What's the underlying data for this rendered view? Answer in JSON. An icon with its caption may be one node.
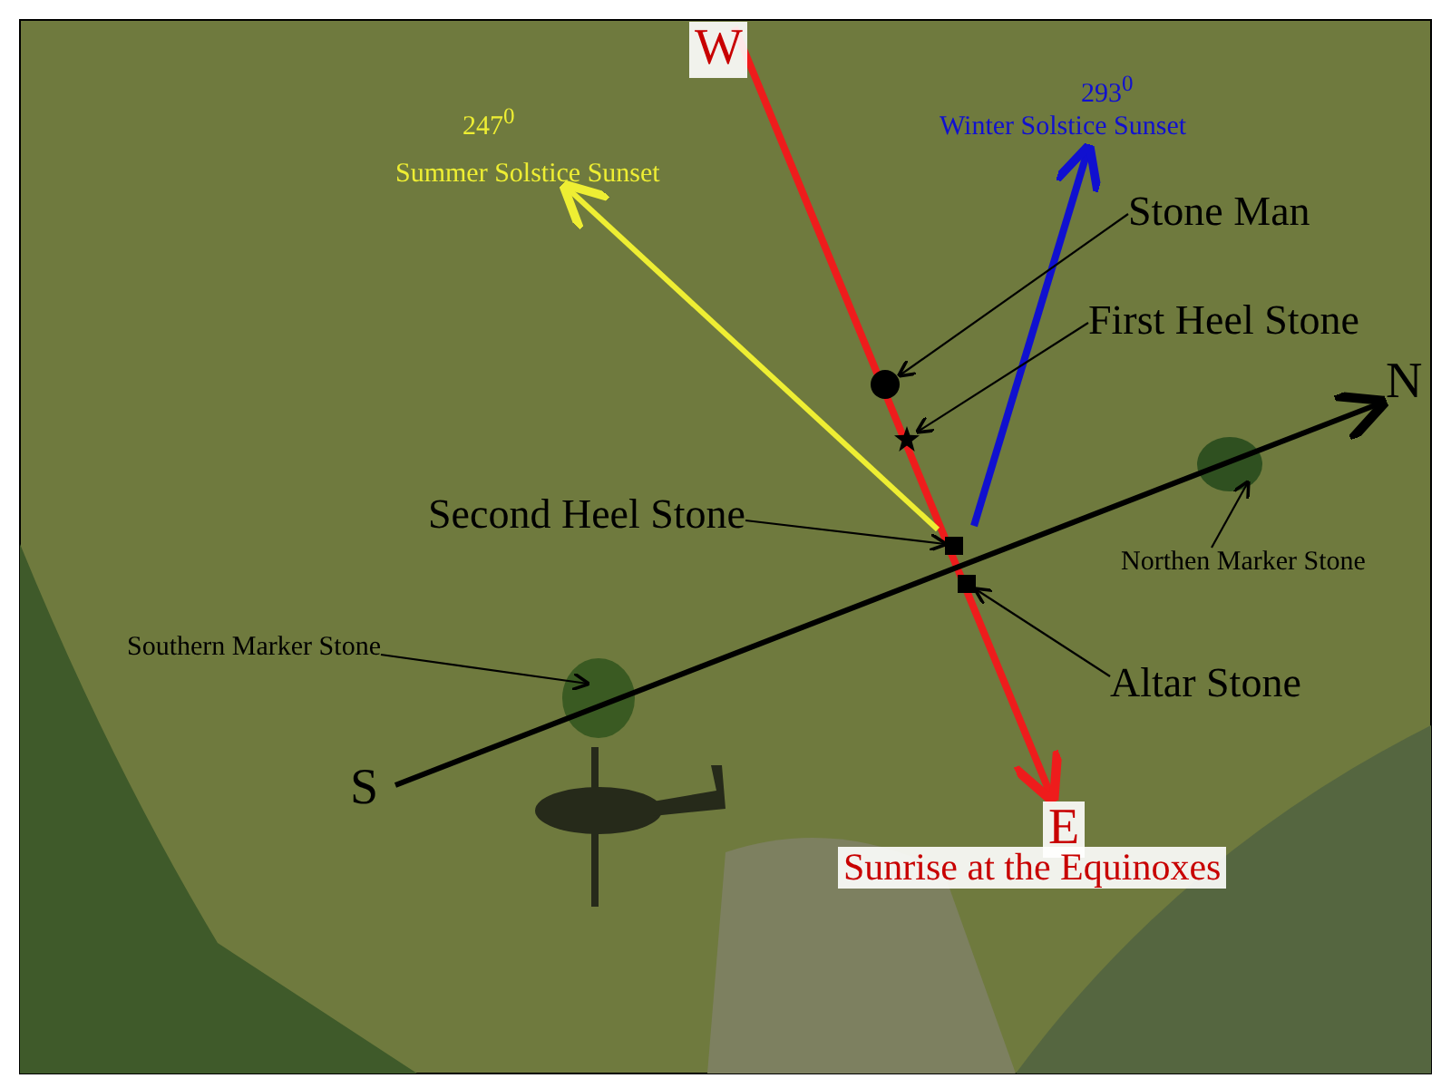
{
  "diagram": {
    "nodes": [
      {
        "text": [
          "Stone Man"
        ]
      },
      {
        "text": [],
        "shape": "circle"
      },
      {
        "text": [
          "First Heel Stone"
        ]
      },
      {
        "text": [],
        "shape": "star"
      },
      {
        "text": [
          "Second Heel Stone"
        ]
      },
      {
        "text": [],
        "shape": "box"
      },
      {
        "text": [
          "Altar Stone"
        ]
      },
      {
        "text": [],
        "shape": "box"
      },
      {
        "text": [
          "Northen Marker Stone"
        ]
      },
      {
        "text": [
          "Southern Marker Stone"
        ]
      }
    ],
    "edges": [
      {
        "from": 0,
        "to": 1,
        "arrow": "to"
      },
      {
        "from": 2,
        "to": 3,
        "arrow": "to"
      },
      {
        "from": 4,
        "to": 5,
        "arrow": "to"
      },
      {
        "from": 6,
        "to": 7,
        "arrow": "to"
      },
      {
        "from": 8,
        "to": null,
        "arrow": "to"
      },
      {
        "from": 9,
        "to": null,
        "arrow": "to"
      }
    ],
    "labels": [
      "W",
      "247$^{0}$",
      "Summer Solstice Sunset",
      "293$^{0}$",
      "Winter Solstice Sunset",
      "N",
      "S",
      "E",
      "Sunrise at the Equinoxes"
    ]
  }
}
